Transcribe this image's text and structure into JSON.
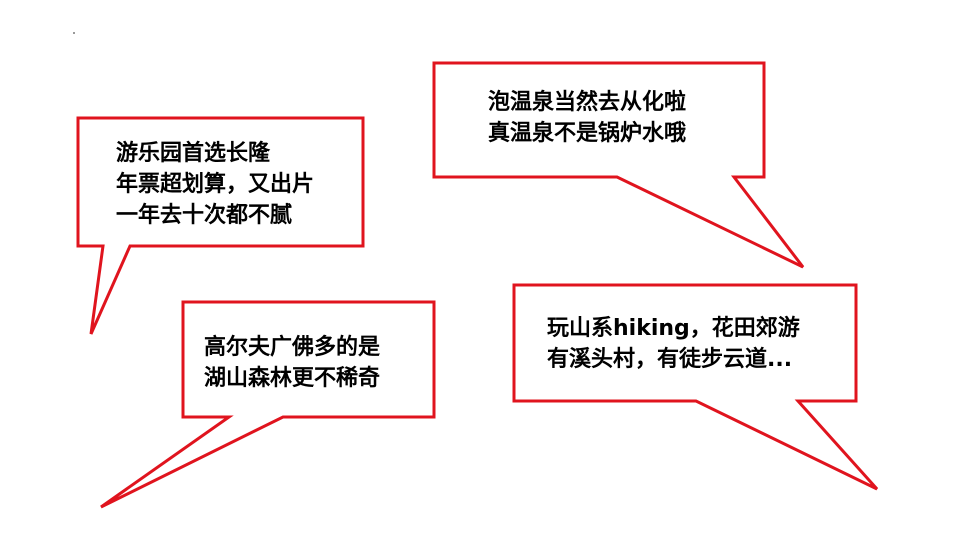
{
  "colors": {
    "bubble_border": "#e0141e",
    "bubble_fill": "#ffffff",
    "text": "#000000",
    "background": "#ffffff"
  },
  "bubbles": [
    {
      "id": "amusement-park",
      "lines": [
        "游乐园首选长隆",
        "年票超划算，又出片",
        "一年去十次都不腻"
      ]
    },
    {
      "id": "hot-spring",
      "lines": [
        "泡温泉当然去从化啦",
        "真温泉不是锅炉水哦"
      ]
    },
    {
      "id": "golf",
      "lines": [
        "高尔夫广佛多的是",
        "湖山森林更不稀奇"
      ]
    },
    {
      "id": "hiking",
      "lines": [
        "玩山系hiking，花田郊游",
        "有溪头村，有徒步云道..."
      ]
    }
  ]
}
